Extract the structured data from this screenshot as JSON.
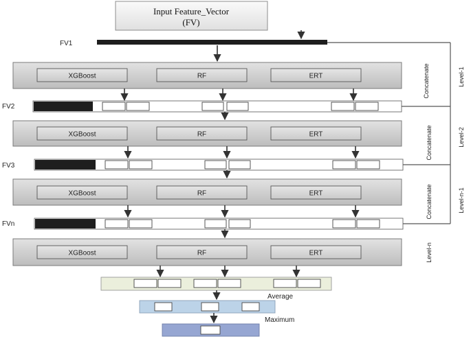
{
  "input": {
    "line1": "Input Feature_Vector",
    "line2": "(FV)"
  },
  "vectors": [
    "FV1",
    "FV2",
    "FV3",
    "FVn"
  ],
  "models": [
    "XGBoost",
    "RF",
    "ERT"
  ],
  "concat_label": "Concatenate",
  "levels": [
    "Level-1",
    "Level-2",
    "Level-n-1",
    "Level-n"
  ],
  "average_label": "Average",
  "maximum_label": "Maximum",
  "colors": {
    "panel": "#d4d4d4",
    "panel_border": "#7a7a7a",
    "dark_segment": "#1e1e1e",
    "average_bar": "#ebefdc",
    "maximum_bar": "#bcd3e8",
    "final_bar": "#96a6d2",
    "arrow": "#333333"
  }
}
